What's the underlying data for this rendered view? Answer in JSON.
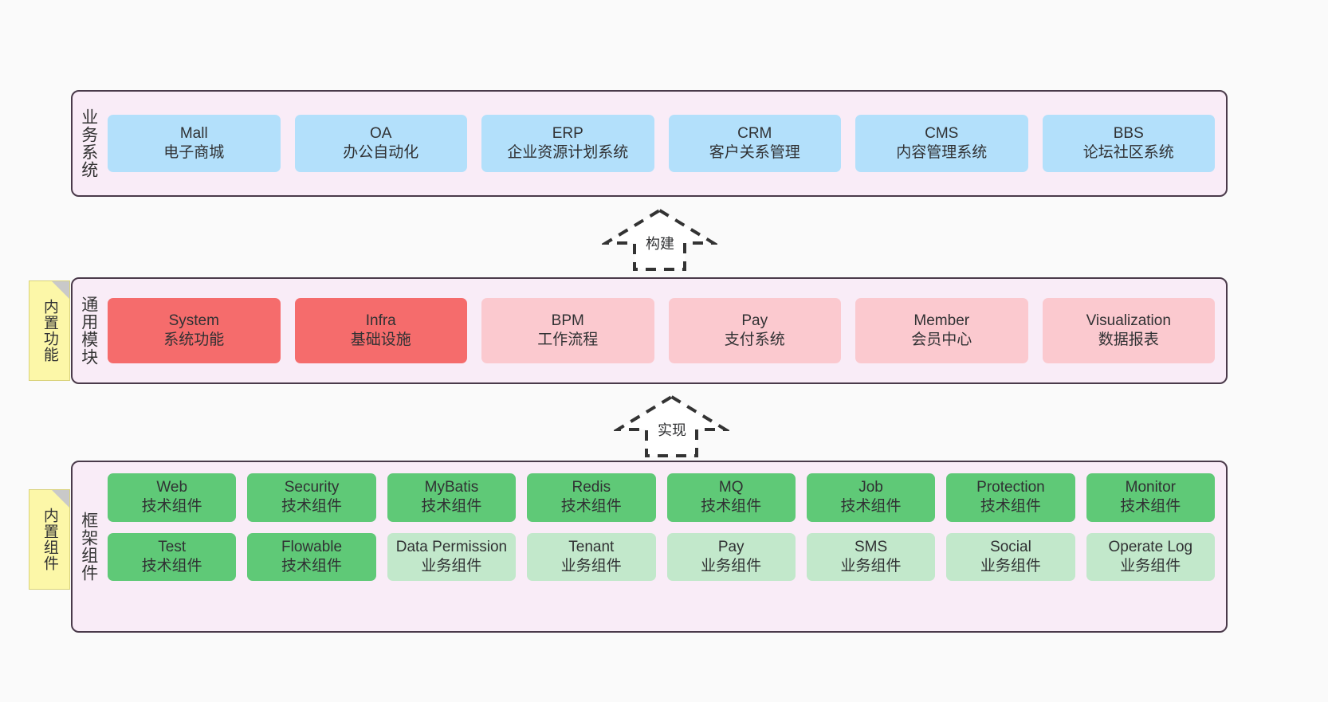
{
  "diagram": {
    "title": "",
    "background_color": "#fafafa",
    "panel_color": "#f9ecf7",
    "panel_border_color": "#4a3a4a"
  },
  "layers": [
    {
      "id": "business-system",
      "title": "业务系统",
      "sticky": null,
      "rows": [
        {
          "cards": [
            {
              "name": "Mall",
              "sub": "电子商城",
              "color": "#b3e0fb",
              "style": "c-blue"
            },
            {
              "name": "OA",
              "sub": "办公自动化",
              "color": "#b3e0fb",
              "style": "c-blue"
            },
            {
              "name": "ERP",
              "sub": "企业资源计划系统",
              "color": "#b3e0fb",
              "style": "c-blue"
            },
            {
              "name": "CRM",
              "sub": "客户关系管理",
              "color": "#b3e0fb",
              "style": "c-blue"
            },
            {
              "name": "CMS",
              "sub": "内容管理系统",
              "color": "#b3e0fb",
              "style": "c-blue"
            },
            {
              "name": "BBS",
              "sub": "论坛社区系统",
              "color": "#b3e0fb",
              "style": "c-blue"
            }
          ]
        }
      ]
    },
    {
      "id": "common-module",
      "title": "通用模块",
      "sticky": "内置功能",
      "rows": [
        {
          "cards": [
            {
              "name": "System",
              "sub": "系统功能",
              "color": "#f56c6c",
              "style": "c-red"
            },
            {
              "name": "Infra",
              "sub": "基础设施",
              "color": "#f56c6c",
              "style": "c-red"
            },
            {
              "name": "BPM",
              "sub": "工作流程",
              "color": "#fbc9cf",
              "style": "c-pink"
            },
            {
              "name": "Pay",
              "sub": "支付系统",
              "color": "#fbc9cf",
              "style": "c-pink"
            },
            {
              "name": "Member",
              "sub": "会员中心",
              "color": "#fbc9cf",
              "style": "c-pink"
            },
            {
              "name": "Visualization",
              "sub": "数据报表",
              "color": "#fbc9cf",
              "style": "c-pink"
            }
          ]
        }
      ]
    },
    {
      "id": "framework-component",
      "title": "框架组件",
      "sticky": "内置组件",
      "rows": [
        {
          "cards": [
            {
              "name": "Web",
              "sub": "技术组件",
              "color": "#5fc977",
              "style": "c-green"
            },
            {
              "name": "Security",
              "sub": "技术组件",
              "color": "#5fc977",
              "style": "c-green"
            },
            {
              "name": "MyBatis",
              "sub": "技术组件",
              "color": "#5fc977",
              "style": "c-green"
            },
            {
              "name": "Redis",
              "sub": "技术组件",
              "color": "#5fc977",
              "style": "c-green"
            },
            {
              "name": "MQ",
              "sub": "技术组件",
              "color": "#5fc977",
              "style": "c-green"
            },
            {
              "name": "Job",
              "sub": "技术组件",
              "color": "#5fc977",
              "style": "c-green"
            },
            {
              "name": "Protection",
              "sub": "技术组件",
              "color": "#5fc977",
              "style": "c-green"
            },
            {
              "name": "Monitor",
              "sub": "技术组件",
              "color": "#5fc977",
              "style": "c-green"
            }
          ]
        },
        {
          "cards": [
            {
              "name": "Test",
              "sub": "技术组件",
              "color": "#5fc977",
              "style": "c-green"
            },
            {
              "name": "Flowable",
              "sub": "技术组件",
              "color": "#5fc977",
              "style": "c-green"
            },
            {
              "name": "Data Permission",
              "sub": "业务组件",
              "color": "#c2e8cb",
              "style": "c-lgreen"
            },
            {
              "name": "Tenant",
              "sub": "业务组件",
              "color": "#c2e8cb",
              "style": "c-lgreen"
            },
            {
              "name": "Pay",
              "sub": "业务组件",
              "color": "#c2e8cb",
              "style": "c-lgreen"
            },
            {
              "name": "SMS",
              "sub": "业务组件",
              "color": "#c2e8cb",
              "style": "c-lgreen"
            },
            {
              "name": "Social",
              "sub": "业务组件",
              "color": "#c2e8cb",
              "style": "c-lgreen"
            },
            {
              "name": "Operate Log",
              "sub": "业务组件",
              "color": "#c2e8cb",
              "style": "c-lgreen"
            }
          ]
        }
      ]
    }
  ],
  "connectors": [
    {
      "id": "build",
      "label": "构建",
      "direction": "up"
    },
    {
      "id": "implement",
      "label": "实现",
      "direction": "up"
    }
  ]
}
